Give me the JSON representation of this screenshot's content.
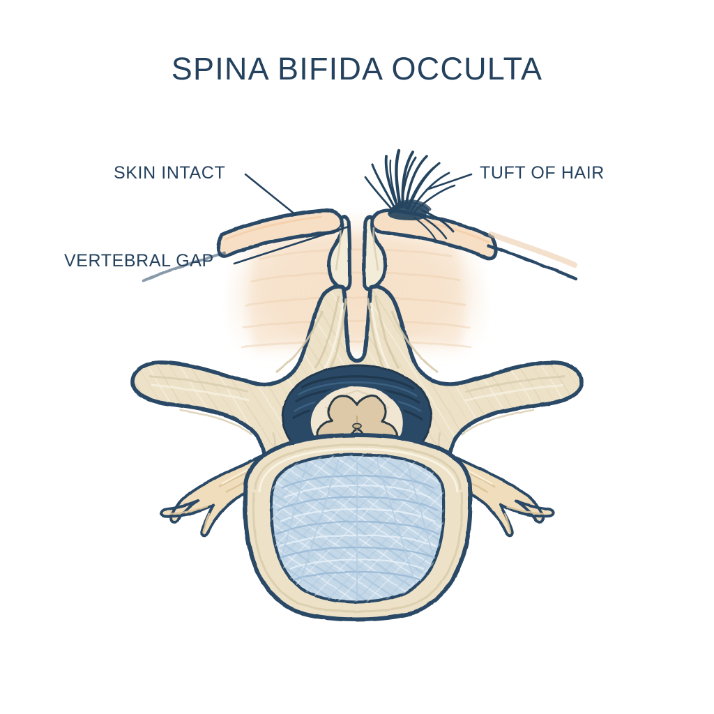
{
  "figure": {
    "title": "SPINA BIFIDA OCCULTA",
    "kind": "medical-illustration",
    "view": "axial cross-section of lumbar vertebra",
    "background_color": "#ffffff"
  },
  "palette": {
    "ink_navy": "#2c4a66",
    "title_navy": "#24415e",
    "bone_cream": "#ede2c8",
    "bone_cream_light": "#f3ecd8",
    "skin_peach": "#f7dfc6",
    "soft_tissue_wash": "#faf0e6",
    "cancellous_blue": "#c5d8e8",
    "cancellous_blue_deep": "#b3cde0",
    "gray_matter_tan": "#ddc9a8",
    "white_matter_cream": "#f0e6d2",
    "nerve_tan": "#f0ddbc",
    "hair_navy": "#25455f",
    "paper_white": "#ffffff"
  },
  "labels": [
    {
      "id": "skin-intact",
      "text": "SKIN INTACT",
      "side": "left",
      "leader_from": [
        352,
        250
      ],
      "leader_to": [
        424,
        308
      ]
    },
    {
      "id": "vertebral-gap",
      "text": "VERTEBRAL GAP",
      "side": "left",
      "leader_from": [
        336,
        378
      ],
      "leader_to": [
        500,
        325
      ]
    },
    {
      "id": "tuft-of-hair",
      "text": "TUFT OF HAIR",
      "side": "right",
      "leader_from": [
        676,
        250
      ],
      "leader_to": [
        612,
        272
      ]
    }
  ],
  "anatomy": [
    {
      "id": "skin-layer",
      "name": "Intact skin over the defect",
      "color": "#f7dfc6"
    },
    {
      "id": "vertebral-gap",
      "name": "Unfused laminae / bony gap",
      "color": "#ffffff"
    },
    {
      "id": "hair-tuft",
      "name": "Tuft of hair marker",
      "color": "#25455f"
    },
    {
      "id": "left-lamina",
      "name": "Left lamina",
      "color": "#ede2c8"
    },
    {
      "id": "right-lamina",
      "name": "Right lamina",
      "color": "#ede2c8"
    },
    {
      "id": "left-transverse-process",
      "name": "Left transverse process",
      "color": "#ede2c8"
    },
    {
      "id": "right-transverse-process",
      "name": "Right transverse process",
      "color": "#ede2c8"
    },
    {
      "id": "dural-sac",
      "name": "Dural sac / spinal canal",
      "color": "#2c4a66"
    },
    {
      "id": "spinal-cord",
      "name": "Spinal cord",
      "color": "#f0e6d2"
    },
    {
      "id": "gray-matter",
      "name": "Butterfly gray matter",
      "color": "#ddc9a8"
    },
    {
      "id": "nerve-roots-left",
      "name": "Left spinal nerve roots",
      "color": "#f0ddbc"
    },
    {
      "id": "nerve-roots-right",
      "name": "Right spinal nerve roots",
      "color": "#f0ddbc"
    },
    {
      "id": "vertebral-body",
      "name": "Vertebral body",
      "color": "#ede2c8"
    },
    {
      "id": "cancellous-bone",
      "name": "Cancellous bone interior",
      "color": "#c5d8e8"
    }
  ]
}
